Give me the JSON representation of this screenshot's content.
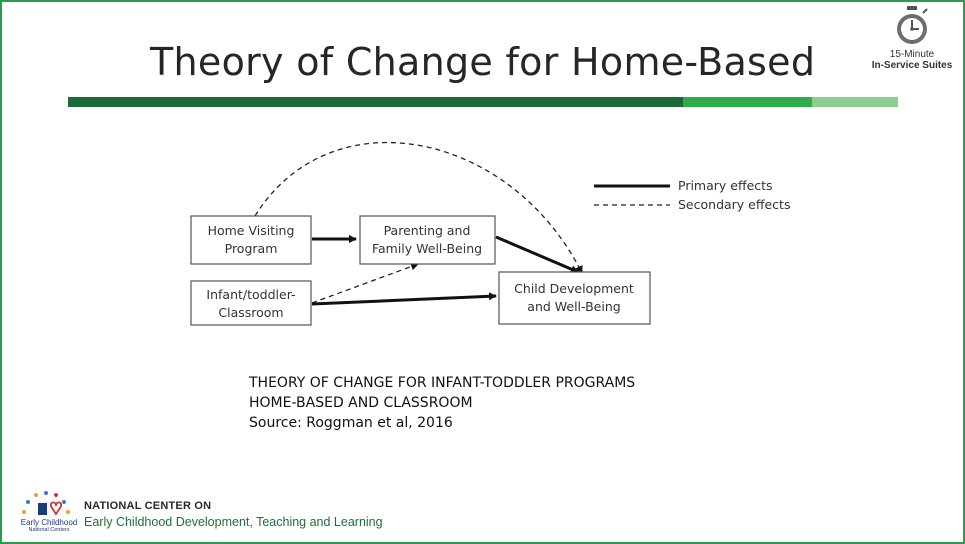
{
  "slide": {
    "title": "Theory of Change for Home-Based",
    "badge": {
      "line1": "15-Minute",
      "line2": "In-Service Suites"
    }
  },
  "diagram": {
    "nodes": {
      "home_visiting": [
        "Home Visiting",
        "Program"
      ],
      "classroom": [
        "Infant/toddler-",
        "Classroom"
      ],
      "parenting": [
        "Parenting and",
        "Family Well-Being"
      ],
      "child_dev": [
        "Child Development",
        "and Well-Being"
      ]
    },
    "legend": {
      "primary": "Primary effects",
      "secondary": "Secondary effects"
    }
  },
  "caption": {
    "line1": "THEORY OF CHANGE FOR INFANT-TODDLER PROGRAMS",
    "line2": "HOME-BASED AND CLASSROOM",
    "line3": "Source: Roggman et al, 2016"
  },
  "footer": {
    "logo_line1": "Early Childhood",
    "logo_line2": "National Centers",
    "org_line1": "NATIONAL CENTER ON",
    "org_line2": "Early Childhood Development, Teaching and Learning"
  },
  "colors": {
    "frame": "#2e9b4a",
    "bar_dark": "#1b6b3a",
    "bar_mid": "#2eae4b",
    "bar_light": "#8fcd8f",
    "org_green": "#1f6f3a"
  },
  "icons": {
    "badge": "stopwatch-icon",
    "logo": "early-childhood-logo"
  }
}
